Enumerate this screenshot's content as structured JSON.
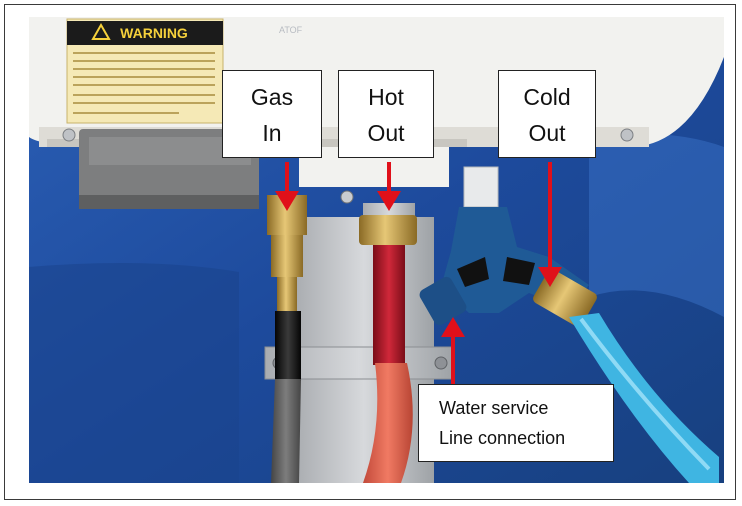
{
  "photo": {
    "warning_text": "WARNING",
    "brand_text": "ATOF"
  },
  "callouts": {
    "gas": {
      "line1": "Gas",
      "line2": "In"
    },
    "hot": {
      "line1": "Hot",
      "line2": "Out"
    },
    "cold": {
      "line1": "Cold",
      "line2": "Out"
    },
    "water": {
      "line1": "Water service",
      "line2": "Line connection"
    }
  },
  "colors": {
    "arrow": "#e0101a",
    "cover_blue": "#1e4c9a",
    "hot_hose": "#b8182a",
    "cold_hose": "#3fb5e2",
    "gas_hose": "#1a1a1a",
    "wye_fitting": "#1f5a96",
    "brass": "#c9a24a"
  }
}
